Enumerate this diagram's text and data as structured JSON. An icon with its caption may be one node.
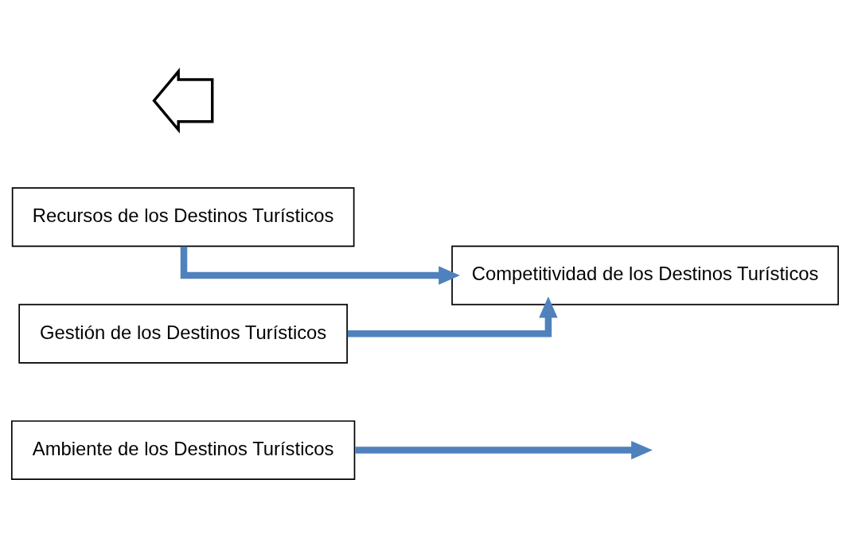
{
  "diagram": {
    "nodes": [
      {
        "text": [
          "Ambiente de los Destinos Turísticos"
        ]
      },
      {
        "text": [
          "Recursos de los Destinos Turísticos"
        ]
      },
      {
        "text": [],
        "shape": "chevron"
      },
      {
        "text": [
          "Competitividad de los Destinos Turísticos"
        ]
      },
      {
        "text": [
          "Gestión de los Destinos Turísticos"
        ]
      }
    ],
    "edges": [
      {
        "from": 1,
        "to": 3,
        "arrow": "to"
      },
      {
        "from": 4,
        "to": 3,
        "arrow": "to"
      },
      {
        "from": 0,
        "to": null,
        "arrow": "to"
      }
    ]
  }
}
